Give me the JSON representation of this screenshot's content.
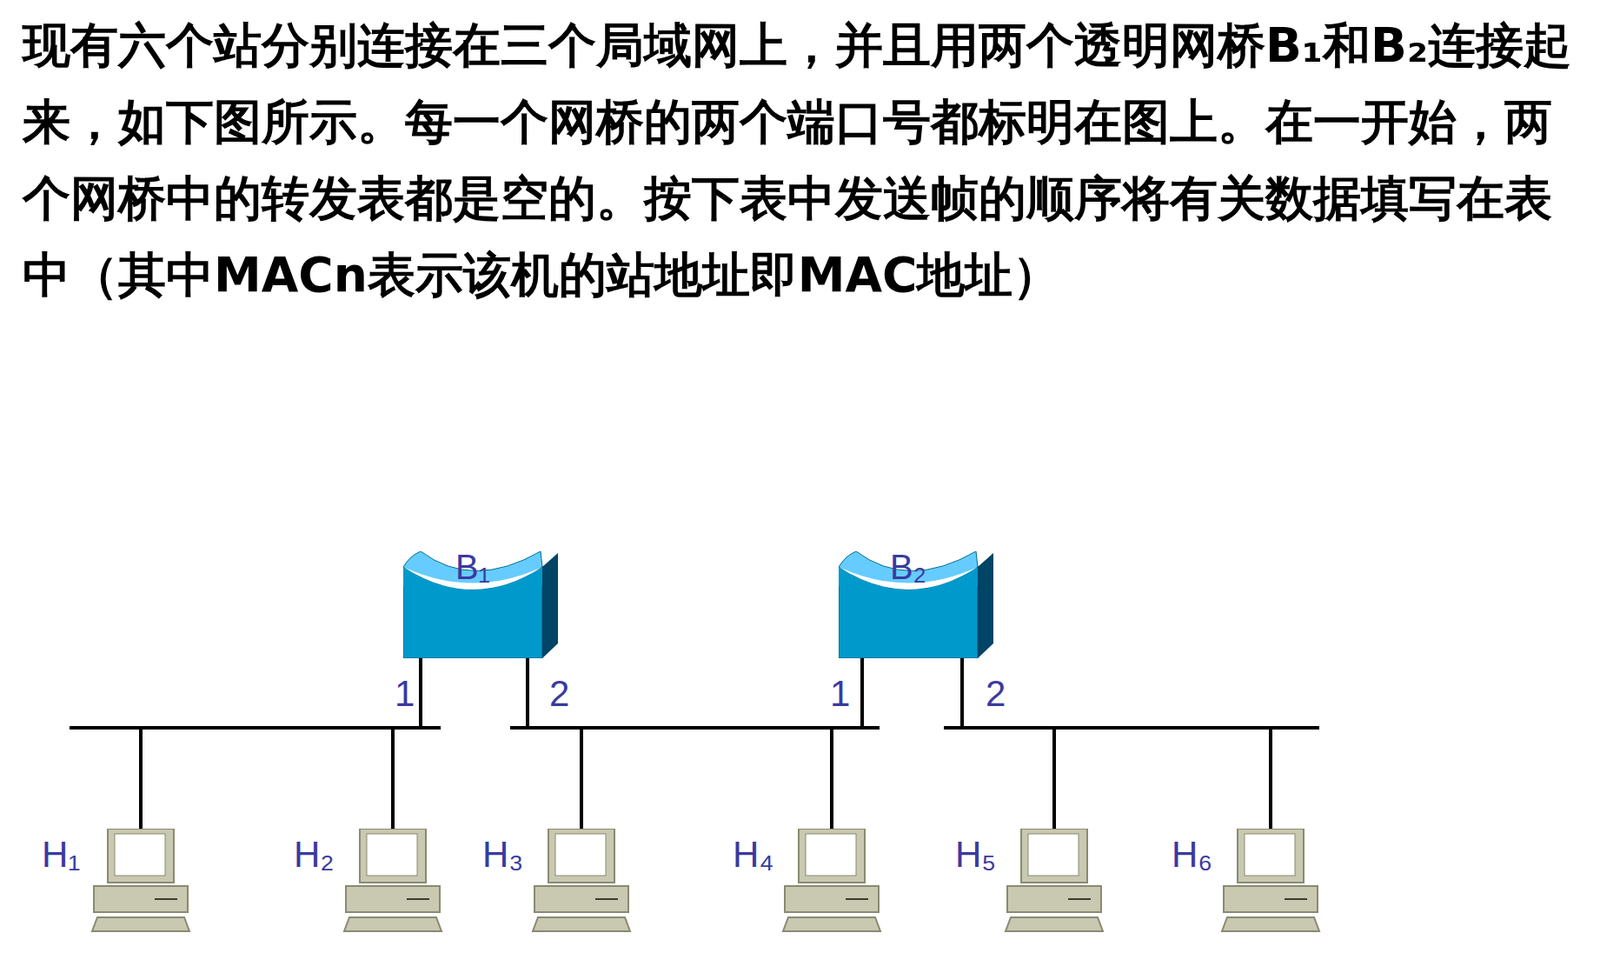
{
  "diagram": {
    "title": "现有六个站分别连接在三个局域网上，并且用两个透明网桥B₁和B₂连接起来，如下图所示。每一个网桥的两个端口号都标明在图上。在一开始，两个网桥中的转发表都是空的。按下表中发送帧的顺序将有关数据填写在表中（其中MACn表示该机的站地址即MAC地址）",
    "nodes": [
      {
        "text": [
          "B₁"
        ]
      },
      {
        "text": [
          "B₂"
        ]
      },
      {
        "text": [
          "H₁"
        ]
      },
      {
        "text": [
          "H₂"
        ]
      },
      {
        "text": [
          "H₃"
        ]
      },
      {
        "text": [
          "H₄"
        ]
      },
      {
        "text": [
          "H₅"
        ]
      },
      {
        "text": [
          "H₆"
        ]
      }
    ],
    "edges": [
      {
        "from": 2,
        "to": 0,
        "arrow": "none"
      },
      {
        "from": 3,
        "to": 0,
        "arrow": "none"
      },
      {
        "from": 4,
        "to": 0,
        "arrow": "none"
      },
      {
        "from": 5,
        "to": 0,
        "arrow": "none"
      },
      {
        "from": 0,
        "to": 1,
        "arrow": "none"
      },
      {
        "from": 4,
        "to": 1,
        "arrow": "none"
      },
      {
        "from": 5,
        "to": 1,
        "arrow": "none"
      },
      {
        "from": 6,
        "to": 1,
        "arrow": "none"
      },
      {
        "from": 7,
        "to": 1,
        "arrow": "none"
      }
    ],
    "labels": [
      "1",
      "2",
      "1",
      "2"
    ]
  }
}
